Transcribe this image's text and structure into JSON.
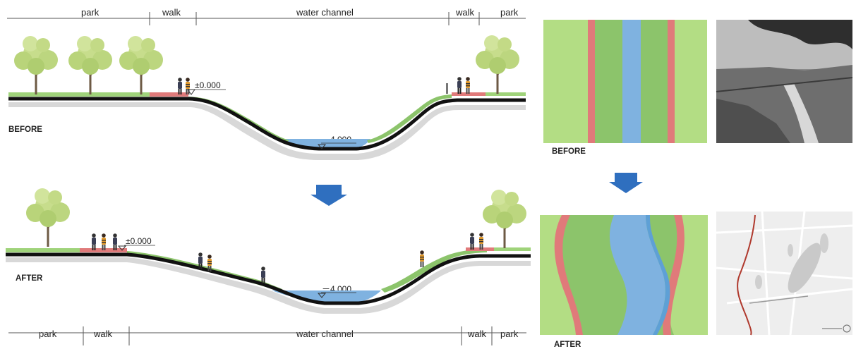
{
  "top_zones": {
    "park_left": "park",
    "walk_left": "walk",
    "channel": "water channel",
    "walk_right": "walk",
    "park_right": "park"
  },
  "bottom_zones": {
    "park_left": "park",
    "walk_left": "walk",
    "channel": "water channel",
    "walk_right": "walk",
    "park_right": "park"
  },
  "section_before": {
    "label": "BEFORE",
    "level_top": "±0.000",
    "level_water": "－4.000"
  },
  "section_after": {
    "label": "AFTER",
    "level_top": "±0.000",
    "level_water": "－4.000"
  },
  "plan_before_label": "BEFORE",
  "plan_after_label": "AFTER",
  "icons": {
    "arrow": "down-arrow-icon",
    "tree": "tree-icon",
    "people": "people-icon"
  },
  "colors": {
    "park_green": "#b3dd84",
    "slope_green": "#8cc46b",
    "walk_red": "#e07a7a",
    "water_blue": "#7fb2e0",
    "ground_black": "#111111",
    "arrow_blue": "#2f6fbf",
    "river_red": "#b03a2e"
  }
}
